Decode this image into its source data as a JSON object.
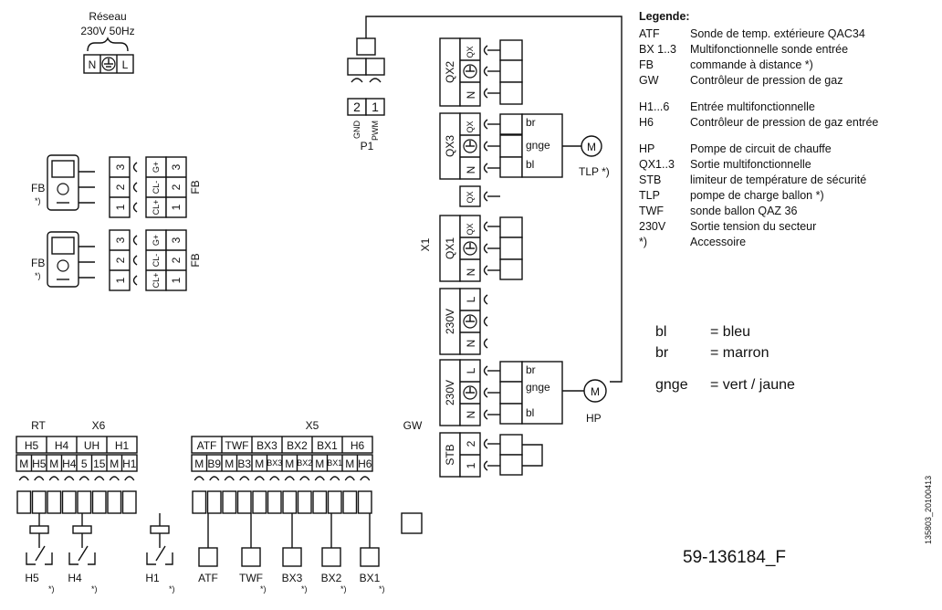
{
  "power": {
    "title": "Réseau",
    "spec": "230V 50Hz",
    "terms": [
      "N",
      "L"
    ]
  },
  "p1": {
    "label": "P1",
    "pins": [
      "2",
      "1"
    ],
    "pin_names": [
      "GND",
      "PWM"
    ]
  },
  "fb": {
    "device_label": "FB",
    "note": "*)",
    "pins": [
      "3",
      "2",
      "1"
    ],
    "signals": [
      "G+",
      "CL-",
      "CL+"
    ],
    "block_label": "FB"
  },
  "x1": {
    "label": "X1",
    "blocks": [
      {
        "name": "QX2",
        "terms": [
          "QX",
          "",
          "N"
        ]
      },
      {
        "name": "QX3",
        "terms": [
          "QX",
          "",
          "N"
        ]
      },
      {
        "name": "",
        "terms": [
          "QX"
        ]
      },
      {
        "name": "QX1",
        "terms": [
          "QX",
          "",
          "N"
        ]
      },
      {
        "name": "230V",
        "terms": [
          "L",
          "",
          "N"
        ]
      },
      {
        "name": "230V",
        "terms": [
          "L",
          "",
          "N"
        ]
      }
    ]
  },
  "tlp": {
    "label": "TLP *)",
    "wires": [
      "br",
      "gnge",
      "bl"
    ]
  },
  "hp": {
    "label": "HP",
    "wires": [
      "br",
      "gnge",
      "bl"
    ]
  },
  "stb": {
    "name": "STB",
    "pins": [
      "2",
      "1"
    ]
  },
  "x6": {
    "label": "X6",
    "rt_label": "RT",
    "groups": [
      "H5",
      "H4",
      "UH",
      "H1"
    ],
    "pins": [
      "M",
      "H5",
      "M",
      "H4",
      "5",
      "15",
      "M",
      "H1"
    ]
  },
  "x5": {
    "label": "X5",
    "gw_label": "GW",
    "groups": [
      "ATF",
      "TWF",
      "BX3",
      "BX2",
      "BX1",
      "H6"
    ],
    "pins": [
      "M",
      "B9",
      "M",
      "B3",
      "M",
      "BX3",
      "M",
      "BX2",
      "M",
      "BX1",
      "M",
      "H6"
    ]
  },
  "bottom_devices": {
    "switches": [
      {
        "label": "H5",
        "note": "*)"
      },
      {
        "label": "H4",
        "note": "*)"
      },
      {
        "label": "H1",
        "note": "*)"
      }
    ],
    "sensors": [
      {
        "label": "ATF",
        "note": ""
      },
      {
        "label": "TWF",
        "note": "*)"
      },
      {
        "label": "BX3",
        "note": "*)"
      },
      {
        "label": "BX2",
        "note": "*)"
      },
      {
        "label": "BX1",
        "note": "*)"
      }
    ]
  },
  "legend": {
    "title": "Legende:",
    "items": [
      {
        "key": "ATF",
        "desc": "Sonde de temp. extérieure QAC34"
      },
      {
        "key": "BX 1..3",
        "desc": "Multifonctionnelle sonde entrée"
      },
      {
        "key": "FB",
        "desc": "commande à distance *)"
      },
      {
        "key": "GW",
        "desc": "Contrôleur de pression de gaz"
      },
      {
        "key": "",
        "desc": ""
      },
      {
        "key": "H1...6",
        "desc": "Entrée multifonctionnelle"
      },
      {
        "key": "H6",
        "desc": "Contrôleur de pression de gaz entrée"
      },
      {
        "key": "",
        "desc": ""
      },
      {
        "key": "HP",
        "desc": "Pompe de circuit de chauffe"
      },
      {
        "key": "QX1..3",
        "desc": "Sortie multifonctionnelle"
      },
      {
        "key": "STB",
        "desc": "limiteur de température de sécurité"
      },
      {
        "key": "TLP",
        "desc": "pompe de charge ballon *)"
      },
      {
        "key": "TWF",
        "desc": "sonde ballon QAZ 36"
      },
      {
        "key": "230V",
        "desc": "Sortie tension du secteur"
      },
      {
        "key": "*)",
        "desc": "Accessoire"
      }
    ],
    "colors": [
      {
        "key": "bl",
        "desc": "= bleu"
      },
      {
        "key": "br",
        "desc": "= marron"
      },
      {
        "key": "",
        "desc": ""
      },
      {
        "key": "gnge",
        "desc": "= vert / jaune"
      }
    ]
  },
  "doc_code": "59-136184_F",
  "image_code": "135803_20100413"
}
